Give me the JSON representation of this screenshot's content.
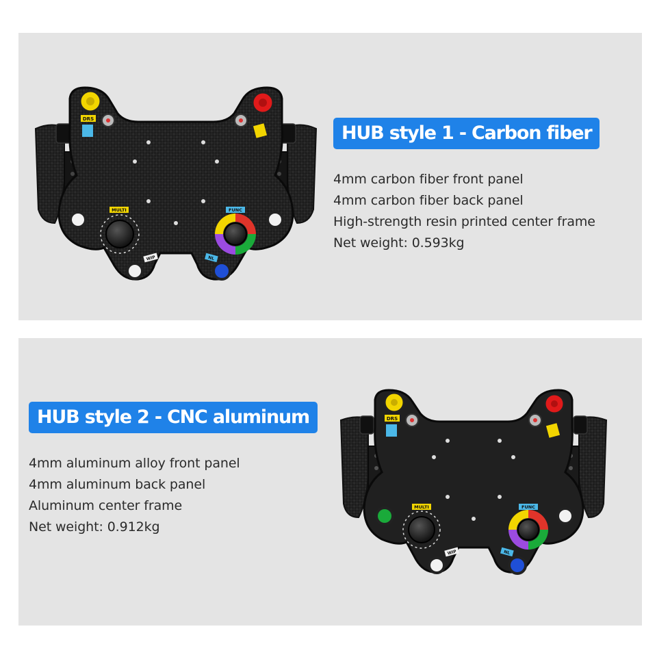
{
  "sections": [
    {
      "title": "HUB style 1 - Carbon fiber",
      "specs": [
        "4mm carbon fiber front panel",
        "4mm carbon fiber back panel",
        "High-strength resin printed center frame",
        "Net weight: 0.593kg"
      ],
      "image": {
        "material": "carbon-fiber",
        "labels": {
          "drs": "DRS",
          "multi": "MULTI",
          "func": "FUNC",
          "wip": "WIP",
          "nl": "NL"
        }
      }
    },
    {
      "title": "HUB style 2 - CNC aluminum",
      "specs": [
        "4mm aluminum alloy front panel",
        "4mm aluminum back panel",
        "Aluminum center frame",
        "Net weight: 0.912kg"
      ],
      "image": {
        "material": "aluminum",
        "labels": {
          "drs": "DRS",
          "multi": "MULTI",
          "func": "FUNC",
          "wip": "WIP",
          "nl": "NL"
        }
      }
    }
  ],
  "colors": {
    "badge": "#1f82e8",
    "panel_bg": "#e4e4e4",
    "button_yellow": "#f2d500",
    "button_red": "#e01a1a",
    "button_green": "#1aaa3a",
    "button_blue": "#1f4fd6",
    "button_white": "#f2f2f2"
  }
}
